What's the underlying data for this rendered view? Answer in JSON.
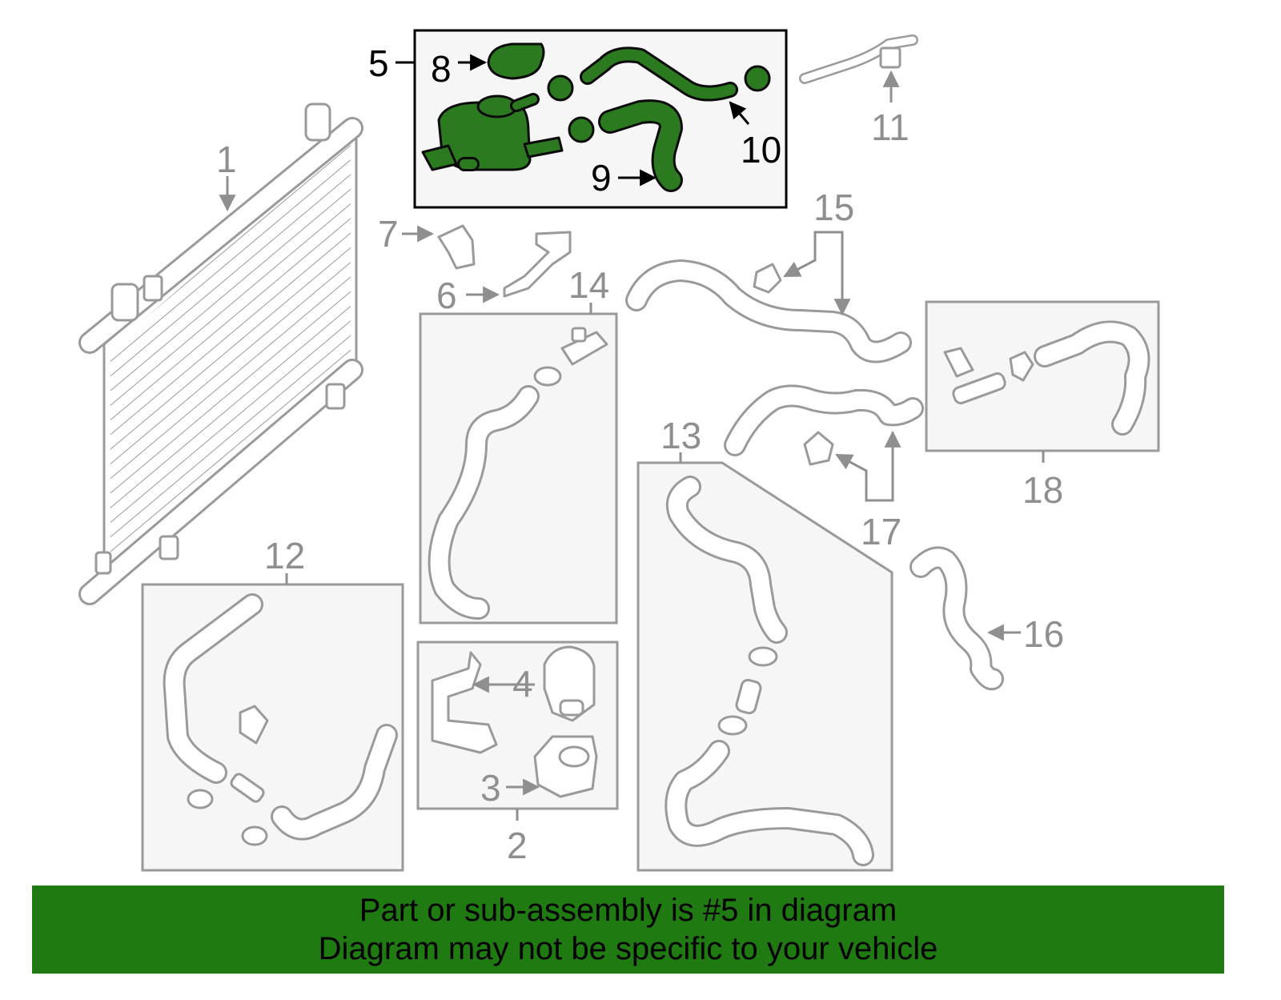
{
  "colors": {
    "highlight_green": "#2c7a1f",
    "banner_green": "#1f7a12",
    "part_grey": "#9a9a9a",
    "label_grey": "#8f8f8f"
  },
  "callouts": {
    "c1": "1",
    "c2": "2",
    "c3": "3",
    "c4": "4",
    "c5": "5",
    "c6": "6",
    "c7": "7",
    "c8": "8",
    "c9": "9",
    "c10": "10",
    "c11": "11",
    "c12": "12",
    "c13": "13",
    "c14": "14",
    "c15": "15",
    "c16": "16",
    "c17": "17",
    "c18": "18"
  },
  "banner": {
    "line1": "Part or sub-assembly is #5 in diagram",
    "line2": "Diagram may not be specific to your vehicle"
  }
}
